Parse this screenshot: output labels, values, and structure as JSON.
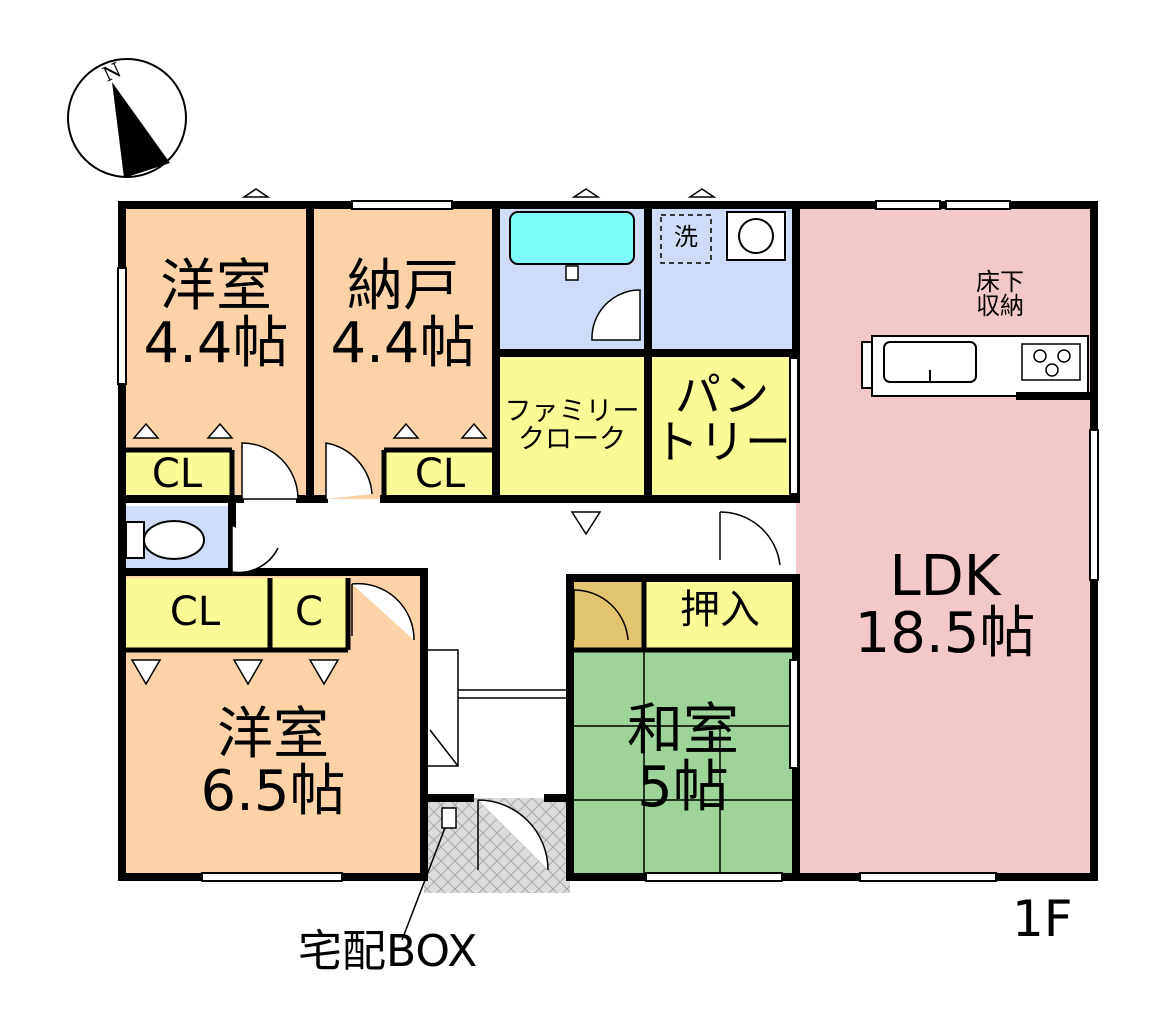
{
  "compass": {
    "north_label": "N"
  },
  "floor_label": "1F",
  "rooms": {
    "western_room_1": {
      "name": "洋室",
      "size": "4.4帖"
    },
    "storage_room": {
      "name": "納戸",
      "size": "4.4帖"
    },
    "western_room_2": {
      "name": "洋室",
      "size": "6.5帖"
    },
    "japanese_room": {
      "name": "和室",
      "size": "5帖"
    },
    "ldk": {
      "name": "LDK",
      "size": "18.5帖"
    },
    "family_closet": {
      "line1": "ファミリー",
      "line2": "クローク"
    },
    "pantry": {
      "line1": "パン",
      "line2": "トリー"
    },
    "oshiire": {
      "name": "押入"
    },
    "underfloor": {
      "line1": "床下",
      "line2": "収納"
    }
  },
  "closets": {
    "cl_1": "CL",
    "cl_2": "CL",
    "cl_3": "CL",
    "c_1": "C"
  },
  "fixtures": {
    "washer_label": "洗"
  },
  "callouts": {
    "delivery_box": "宅配BOX"
  },
  "colors": {
    "western": "#fcd2a6",
    "storage": "#fcd2a6",
    "ldk": "#f2c8c8",
    "japanese": "#9ed49a",
    "closet": "#fafa96",
    "wet": "#cfdcf8",
    "bathtub": "#7efcfc",
    "tokonoma": "#e2c46e",
    "entry": "#d9d9d9",
    "hall": "#ffffff",
    "wall": "#000000"
  }
}
